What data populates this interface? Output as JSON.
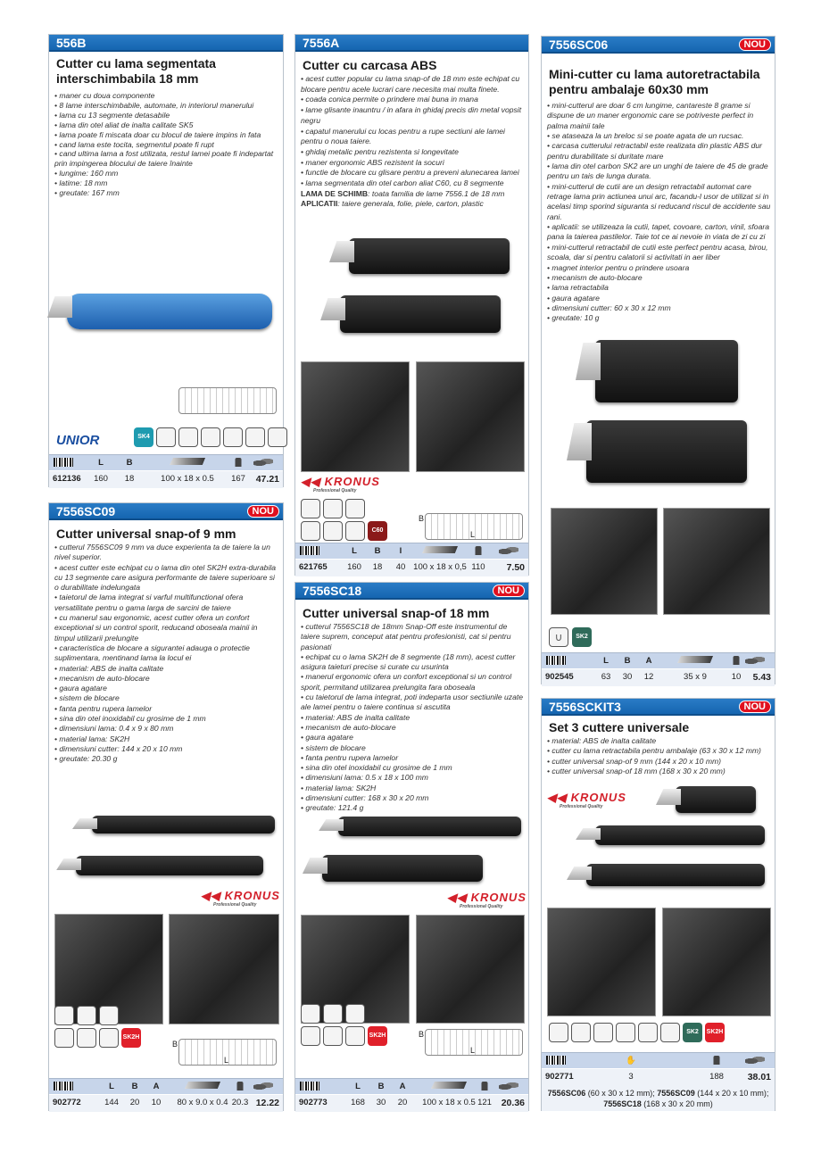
{
  "cards": [
    {
      "code": "556B",
      "nou": false,
      "title": "Cutter cu lama segmentata interschimbabila 18 mm",
      "bullets": [
        "• maner cu doua componente",
        "• 8 lame interschimbabile, automate, in interiorul manerului",
        "• lama cu 13 segmente detasabile",
        "• lama din otel aliat de inalta calitate SK5",
        "• lama poate fi miscata doar cu blocul de taiere impins in fata",
        "• cand lama este tocita, segmentul poate fi rupt",
        "• cand ultima lama a fost utilizata, restul lamei poate fi indepartat prin impingerea blocului de taiere înainte",
        "• lungime: 160 mm",
        "• latime: 18 mm",
        "• greutate: 167 mm"
      ],
      "brand": "UNIOR",
      "badges": [
        {
          "text": "SK4",
          "color": "#1e9bb0"
        }
      ],
      "pictograms": [
        "blade-width-icon",
        "blade-thickness-icon",
        "blades-x21-icon",
        "cutting-icon",
        "breaking-icon",
        "usage-icon"
      ],
      "table": {
        "headers": [
          "barcode-icon",
          "L",
          "B",
          "blade-icon",
          "weight-icon",
          "price-icon"
        ],
        "values": [
          "612136",
          "160",
          "18",
          "100 x 18 x 0.5",
          "167",
          "47.21"
        ]
      }
    },
    {
      "code": "7556SC09",
      "nou": true,
      "nou_label": "NOU",
      "title": "Cutter universal snap-of 9 mm",
      "bullets": [
        "• cutterul 7556SC09 9 mm va duce experienta ta de taiere la un nivel superior.",
        "• acest cutter este echipat cu o lama din otel SK2H extra-durabila cu 13 segmente care asigura performante de taiere superioare si o durabilitate indelungata",
        "• taietorul de lama integrat si varful multifunctional ofera versatilitate pentru o gama larga de sarcini de taiere",
        "• cu manerul sau ergonomic, acest cutter ofera un confort exceptional si un control sporit, reducand oboseala mainii in timpul utilizarii prelungite",
        "• caracteristica de blocare a sigurantei adauga o protectie suplimentara, mentinand lama la locul ei",
        "• material: ABS de inalta calitate",
        "• mecanism de auto-blocare",
        "• gaura agatare",
        "• sistem de blocare",
        "• fanta pentru rupera lamelor",
        "• sina din otel inoxidabil cu grosime de 1 mm",
        "• dimensiuni lama: 0.4 x 9 x 80 mm",
        "• material lama: SK2H",
        "• dimensiuni cutter: 144 x 20 x 10 mm",
        "• greutate: 20.30 g"
      ],
      "brand": "KRONUS",
      "brand_sub": "Professional Quality",
      "badges": [
        {
          "text": "SK2H",
          "color": "#e0202a"
        }
      ],
      "dim_labels": [
        "B",
        "L"
      ],
      "table": {
        "headers": [
          "barcode-icon",
          "L",
          "B",
          "A",
          "blade-icon",
          "weight-icon",
          "price-icon"
        ],
        "values": [
          "902772",
          "144",
          "20",
          "10",
          "80 x 9.0 x 0.4",
          "20.3",
          "12.22"
        ]
      }
    },
    {
      "code": "7556A",
      "nou": false,
      "title": "Cutter cu carcasa ABS",
      "bullets": [
        "• acest cutter popular cu lama snap-of de 18 mm este echipat cu blocare pentru acele lucrari care necesita mai multa finete.",
        "• coada conica permite o prindere mai buna in mana",
        "• lame glisante inauntru / in afara in ghidaj precis din metal vopsit negru",
        "• capatul manerului cu locas pentru a rupe sectiuni ale lamei pentru o noua taiere.",
        "• ghidaj metalic pentru rezistenta si longevitate",
        "• maner ergonomic ABS rezistent la socuri",
        "• functie de blocare cu glisare pentru a preveni alunecarea lamei",
        "• lama segmentata din otel carbon aliat C60, cu 8 segmente"
      ],
      "extra": [
        {
          "label": "LAMA DE SCHIMB",
          "text": ": toata familia de lame 7556.1 de 18 mm"
        },
        {
          "label": "APLICATII",
          "text": ": taiere generala, folie, piele, carton, plastic"
        }
      ],
      "brand": "KRONUS",
      "brand_sub": "Professional Quality",
      "badges": [
        {
          "text": "C60",
          "color": "#8b1a1a"
        }
      ],
      "dim_labels": [
        "B",
        "L"
      ],
      "table": {
        "headers": [
          "barcode-icon",
          "L",
          "B",
          "l",
          "blade-icon",
          "weight-icon",
          "price-icon"
        ],
        "values": [
          "621765",
          "160",
          "18",
          "40",
          "100 x 18 x 0,5",
          "110",
          "7.50"
        ]
      }
    },
    {
      "code": "7556SC18",
      "nou": true,
      "nou_label": "NOU",
      "title": "Cutter universal snap-of 18 mm",
      "bullets": [
        "• cutterul 7556SC18 de 18mm Snap-Off este instrumentul de taiere suprem, conceput atat pentru profesionisti, cat si pentru pasionati",
        "• echipat cu o lama SK2H de 8 segmente (18 mm), acest cutter asigura taieturi precise si curate cu usurinta",
        "• manerul ergonomic  ofera un confort exceptional si un control sporit, permitand utilizarea prelungita fara oboseala",
        "• cu taietorul de lama integrat, poti indeparta usor sectiunile uzate ale lamei pentru o taiere continua si ascutita",
        "• material: ABS de inalta calitate",
        "• mecanism de auto-blocare",
        "• gaura agatare",
        "• sistem de blocare",
        "• fanta pentru rupera lamelor",
        "• sina din otel inoxidabil cu grosime de 1 mm",
        "• dimensiuni lama: 0.5 x 18 x 100 mm",
        "• material lama: SK2H",
        "• dimensiuni cutter: 168 x 30 x 20 mm",
        "• greutate: 121.4 g"
      ],
      "brand": "KRONUS",
      "brand_sub": "Professional Quality",
      "badges": [
        {
          "text": "SK2H",
          "color": "#e0202a"
        }
      ],
      "dim_labels": [
        "B",
        "L"
      ],
      "table": {
        "headers": [
          "barcode-icon",
          "L",
          "B",
          "A",
          "blade-icon",
          "weight-icon",
          "price-icon"
        ],
        "values": [
          "902773",
          "168",
          "30",
          "20",
          "100 x 18 x 0.5",
          "121",
          "20.36"
        ]
      }
    },
    {
      "code": "7556SC06",
      "nou": true,
      "nou_label": "NOU",
      "title": "Mini-cutter cu lama autoretractabila pentru ambalaje 60x30 mm",
      "bullets": [
        "• mini-cutterul are doar 6 cm lungime, cantareste 8 grame si dispune de un maner ergonomic care se potriveste perfect in palma mainii tale",
        "• se ataseaza la un breloc si se poate agata de un rucsac.",
        "• carcasa cutterului retractabil este realizata din plastic ABS dur pentru durabilitate si duritate mare",
        "• lama din otel carbon SK2 are un unghi de taiere de 45 de grade pentru un tais de lunga durata.",
        "• mini-cutterul de cutii are un design retractabil automat care retrage lama prin actiunea unui arc, facandu-l usor de utilizat si in acelasi timp sporind siguranta si reducand riscul de accidente sau rani.",
        "• aplicatii: se utilizeaza la cutii, tapet, covoare, carton, vinil, sfoara pana la taierea pastilelor. Taie tot ce ai nevoie in viata de zi cu zi",
        "• mini-cutterul retractabil de cutii este perfect pentru acasa, birou, scoala, dar si pentru calatorii si activitati in aer liber",
        "• magnet interior pentru o prindere usoara",
        "• mecanism de auto-blocare",
        "• lama retractabila",
        "• gaura agatare",
        "• dimensiuni cutter: 60 x 30 x 12 mm",
        "• greutate: 10 g"
      ],
      "badges": [
        {
          "text": "SK2",
          "color": "#2f6b5a"
        }
      ],
      "table": {
        "headers": [
          "barcode-icon",
          "L",
          "B",
          "A",
          "blade-icon",
          "weight-icon",
          "price-icon"
        ],
        "values": [
          "902545",
          "63",
          "30",
          "12",
          "35 x 9",
          "10",
          "5.43"
        ]
      }
    },
    {
      "code": "7556SCKIT3",
      "nou": true,
      "nou_label": "NOU",
      "title": "Set 3 cuttere universale",
      "bullets": [
        "• material: ABS de inalta calitate",
        "• cutter cu lama retractabila pentru ambalaje (63 x 30 x 12 mm)",
        "• cutter universal snap-of 9 mm (144 x 20 x 10 mm)",
        "• cutter universal snap-of 18 mm (168 x 30 x 20 mm)"
      ],
      "brand": "KRONUS",
      "brand_sub": "Professional Quality",
      "badges": [
        {
          "text": "SK2",
          "color": "#2f6b5a"
        },
        {
          "text": "SK2H",
          "color": "#e0202a"
        }
      ],
      "table": {
        "headers": [
          "barcode-icon",
          "pieces-icon",
          "weight-icon",
          "price-icon"
        ],
        "values": [
          "902771",
          "3",
          "188",
          "38.01"
        ]
      },
      "contents": [
        {
          "code": "7556SC06",
          "dims": " (60 x 30 x 12 mm); "
        },
        {
          "code": "7556SC09",
          "dims": " (144 x 20 x 10 mm); "
        },
        {
          "code": "7556SC18",
          "dims": " (168 x 30 x 20 mm)"
        }
      ]
    }
  ]
}
